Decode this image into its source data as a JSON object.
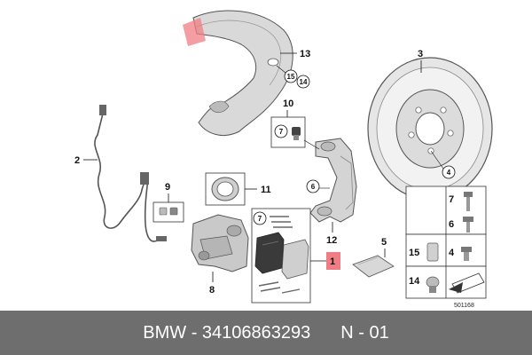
{
  "callouts": {
    "c1": "1",
    "c2": "2",
    "c3": "3",
    "c4": "4",
    "c5": "5",
    "c6": "6",
    "c7": "7",
    "c7b": "7",
    "c8": "8",
    "c9": "9",
    "c10": "10",
    "c11": "11",
    "c12": "12",
    "c13": "13",
    "c14": "14",
    "c15": "15",
    "t14": "14",
    "t15": "15",
    "t4": "4",
    "t6": "6",
    "t7": "7"
  },
  "highlight_color": "#f07c84",
  "drawing_id": "501168",
  "footer": {
    "brand": "BMW",
    "separator": "-",
    "part_number": "34106863293",
    "note": "N - 01"
  }
}
